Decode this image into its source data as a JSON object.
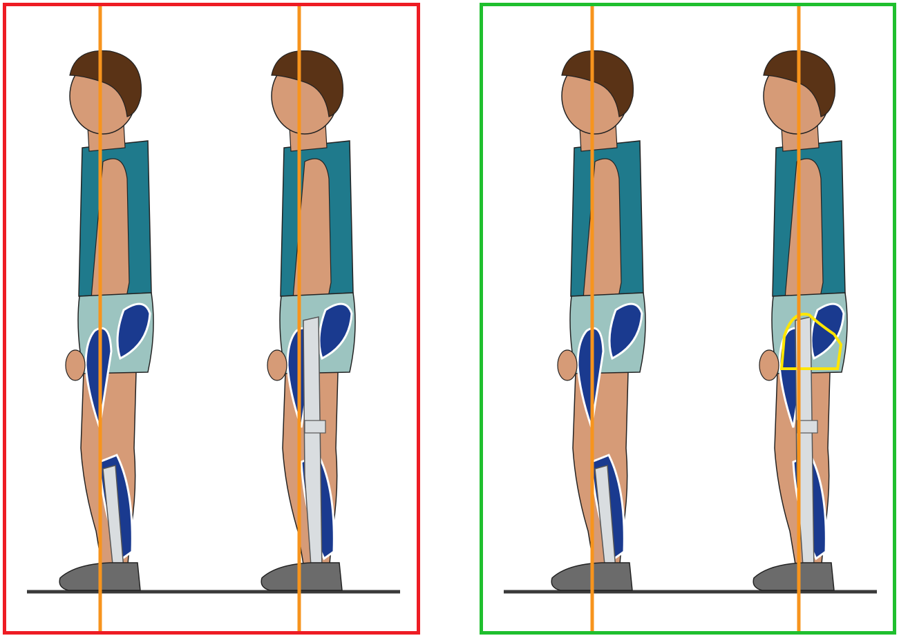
{
  "colors": {
    "panel_incorrect": "#ee1c24",
    "panel_correct": "#1fbf2e",
    "plumb_line": "#f7941d",
    "ground": "#3a3a3a",
    "skin": "#d69b77",
    "hair": "#5a3316",
    "shirt": "#1f7a8c",
    "shorts": "#9cc4c0",
    "muscle": "#1a3a8f",
    "brace": "#d9dde0",
    "shoe": "#6b6b6b",
    "highlight": "#ffe600"
  },
  "panels": [
    {
      "name": "incorrect-alignment",
      "figures": [
        "standing",
        "with-orthosis"
      ]
    },
    {
      "name": "correct-alignment",
      "figures": [
        "standing",
        "with-orthosis-highlighted"
      ]
    }
  ],
  "icons": {
    "figure": "standing-person-side-view",
    "highlight": "hip-region-outline"
  }
}
